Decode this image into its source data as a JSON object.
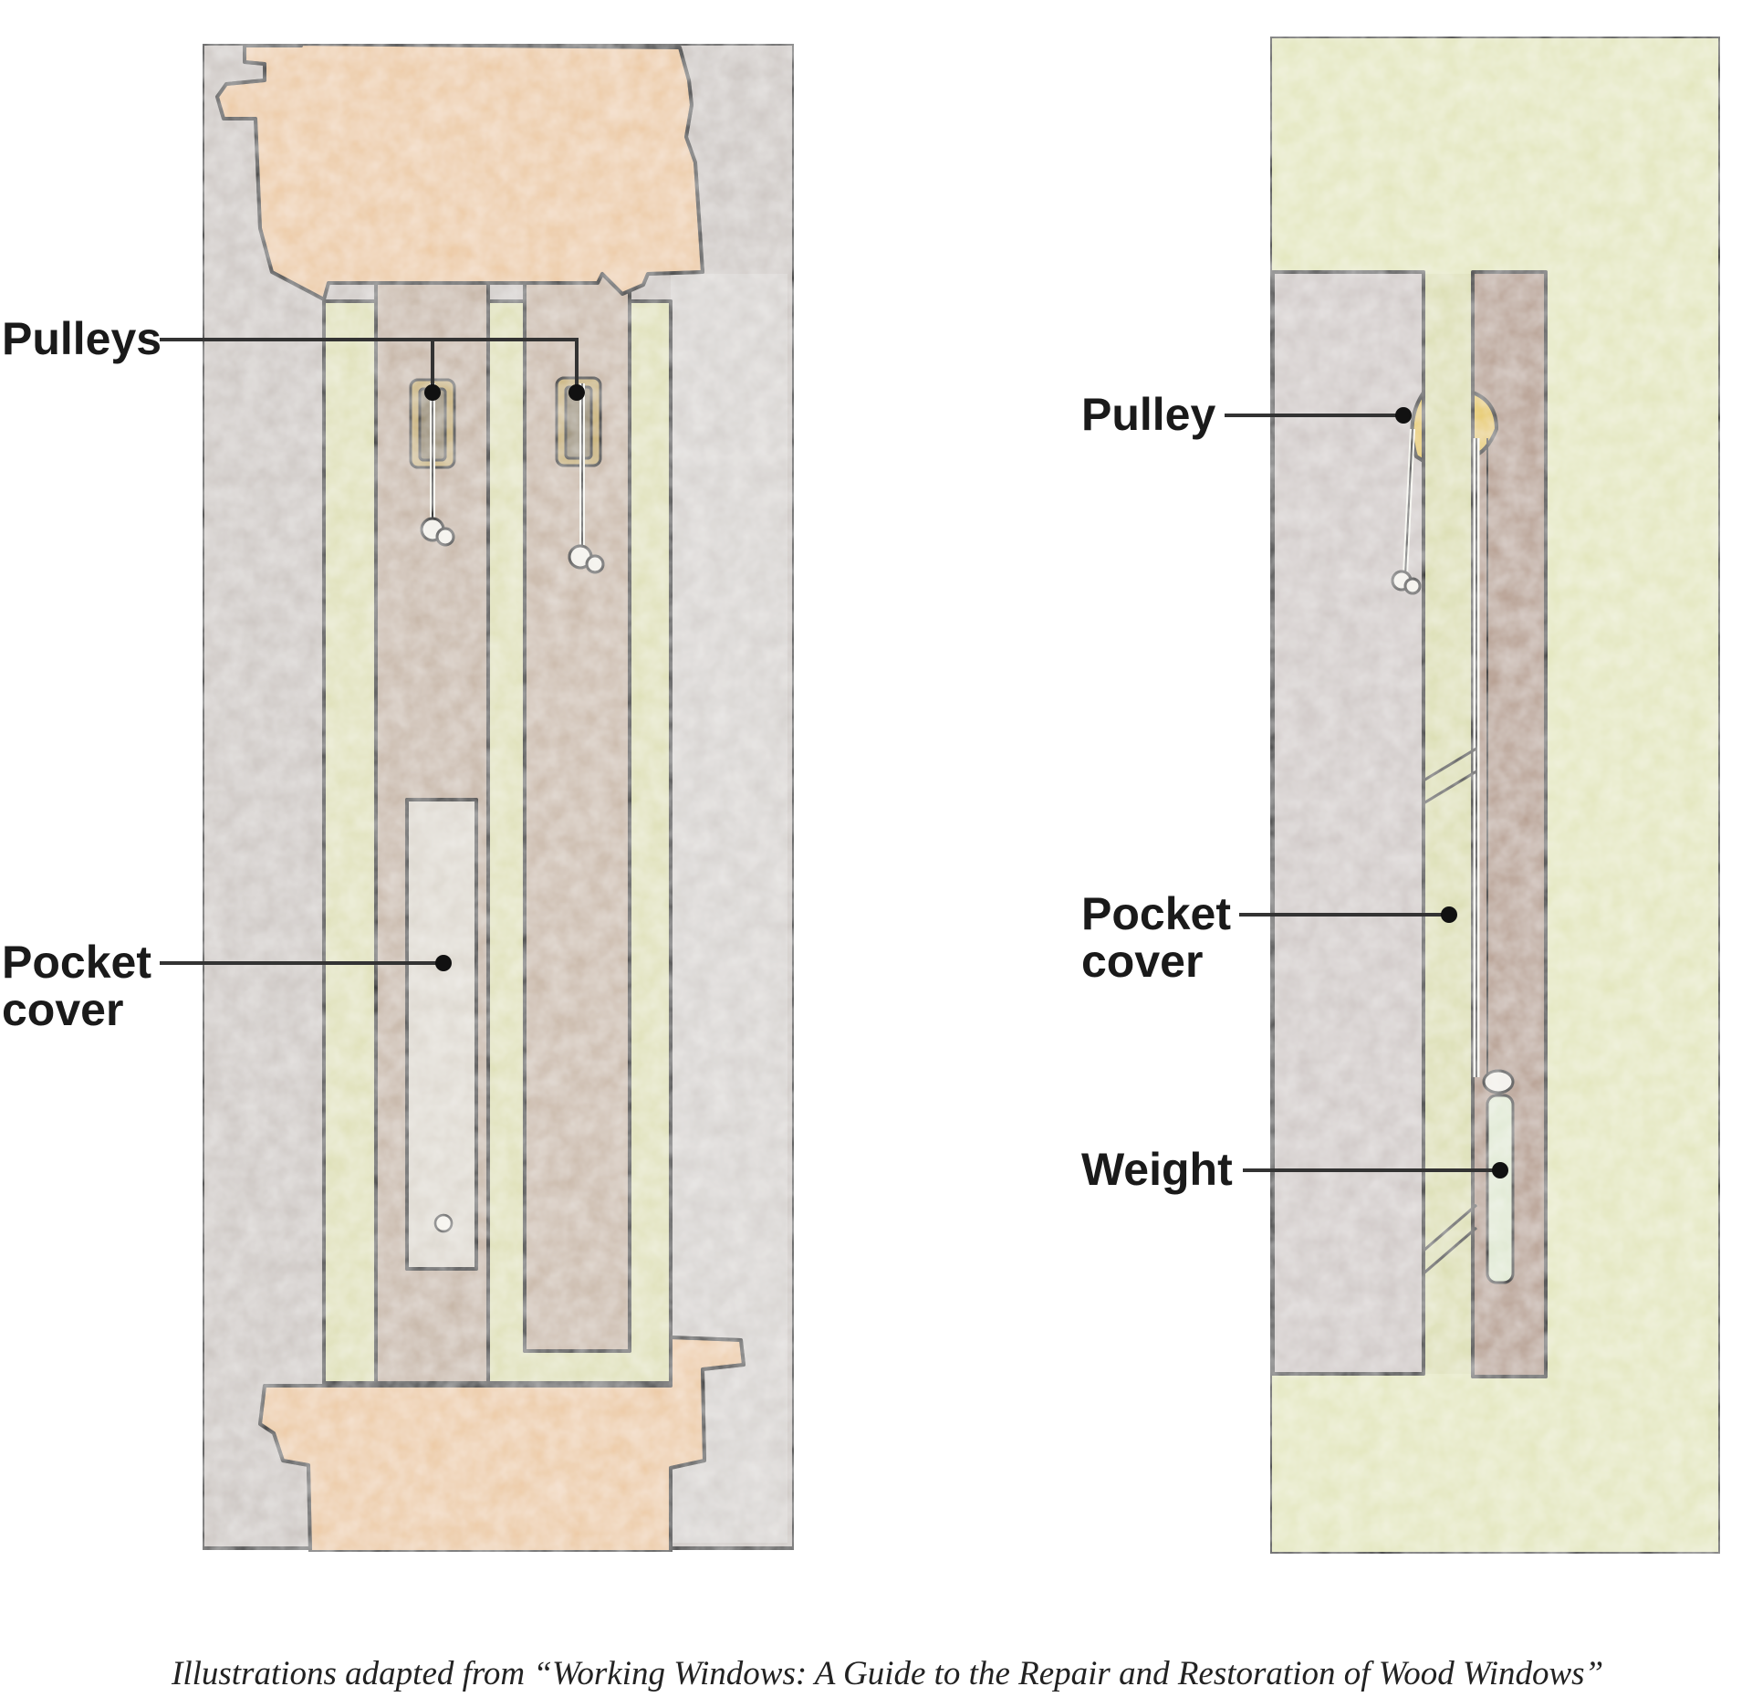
{
  "front_view": {
    "pulleys_label": "Pulleys",
    "pocket_cover_line1": "Pocket",
    "pocket_cover_line2": "cover"
  },
  "side_view": {
    "pulley_label": "Pulley",
    "pocket_cover_line1": "Pocket",
    "pocket_cover_line2": "cover",
    "weight_label": "Weight"
  },
  "caption": "Illustrations adapted from “Working Windows: A Guide to the Repair and Restoration of Wood Windows”",
  "colors": {
    "frame_gray": "#ccc6c2",
    "sill_peach": "#ecc9a3",
    "sash_track_green": "#dfe0b8",
    "stile_taupe": "#c6b5a6",
    "wall_green": "#e3e6bd",
    "pocket_brown": "#b59d8e",
    "pulley_yellow": "#e6c85a",
    "outline": "#1a1a1a"
  }
}
